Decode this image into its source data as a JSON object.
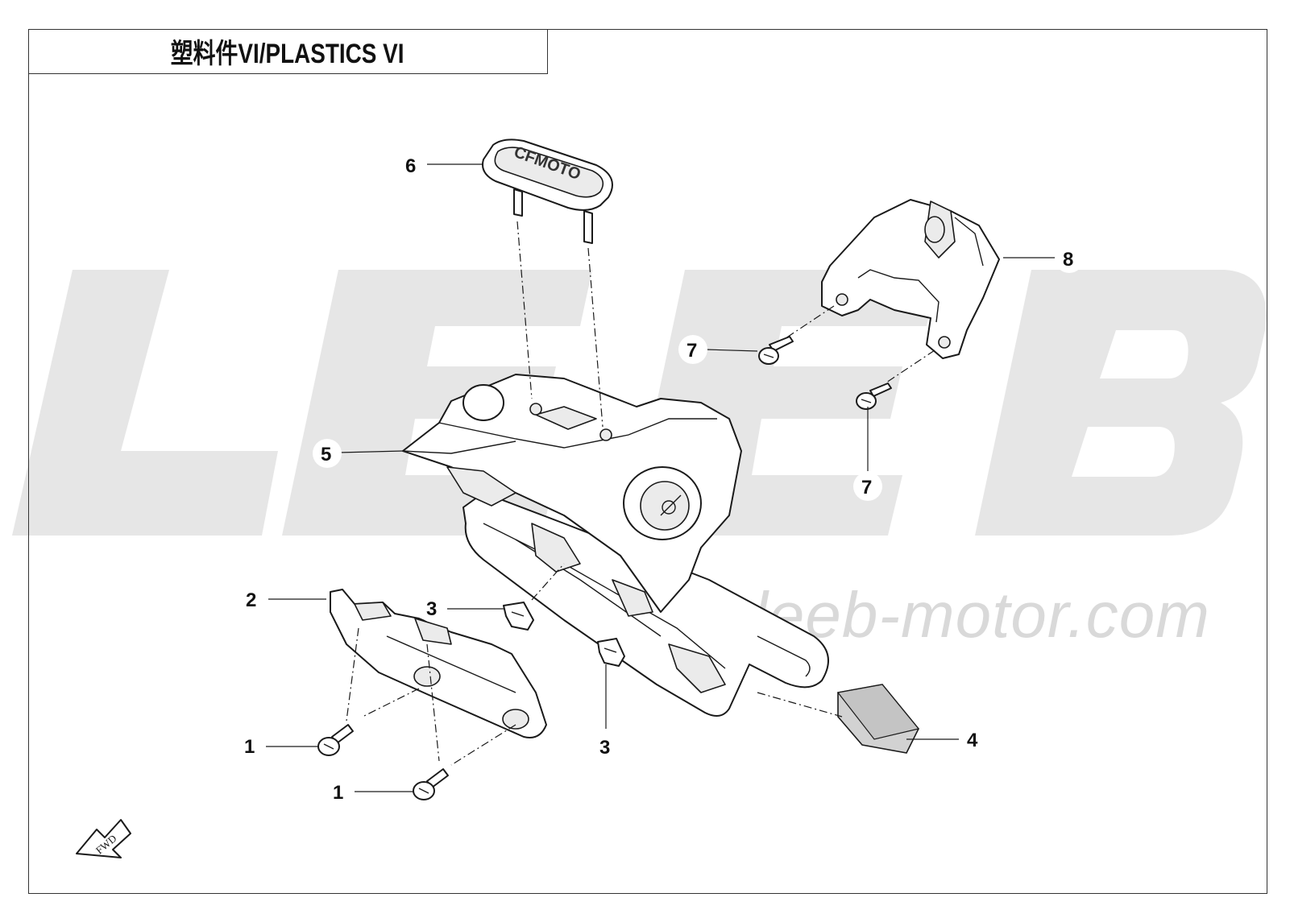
{
  "title": "塑料件VI/PLASTICS VI",
  "watermark": {
    "logo": "LEEB",
    "url": "www.leeb-motor.com"
  },
  "emblem": {
    "text": "CFMOTO"
  },
  "direction_marker": {
    "text": "FWD"
  },
  "callouts": [
    {
      "id": "1a",
      "label": "1"
    },
    {
      "id": "1b",
      "label": "1"
    },
    {
      "id": "2",
      "label": "2"
    },
    {
      "id": "3a",
      "label": "3"
    },
    {
      "id": "3b",
      "label": "3"
    },
    {
      "id": "4",
      "label": "4"
    },
    {
      "id": "5",
      "label": "5"
    },
    {
      "id": "6",
      "label": "6"
    },
    {
      "id": "7a",
      "label": "7"
    },
    {
      "id": "7b",
      "label": "7"
    },
    {
      "id": "8",
      "label": "8"
    }
  ],
  "colors": {
    "line": "#1a1a1a",
    "part_fill": "#ffffff",
    "part_shade": "#e6e6e6",
    "watermark": "#e3e3e3",
    "pad_fill": "#d2d2d2"
  }
}
